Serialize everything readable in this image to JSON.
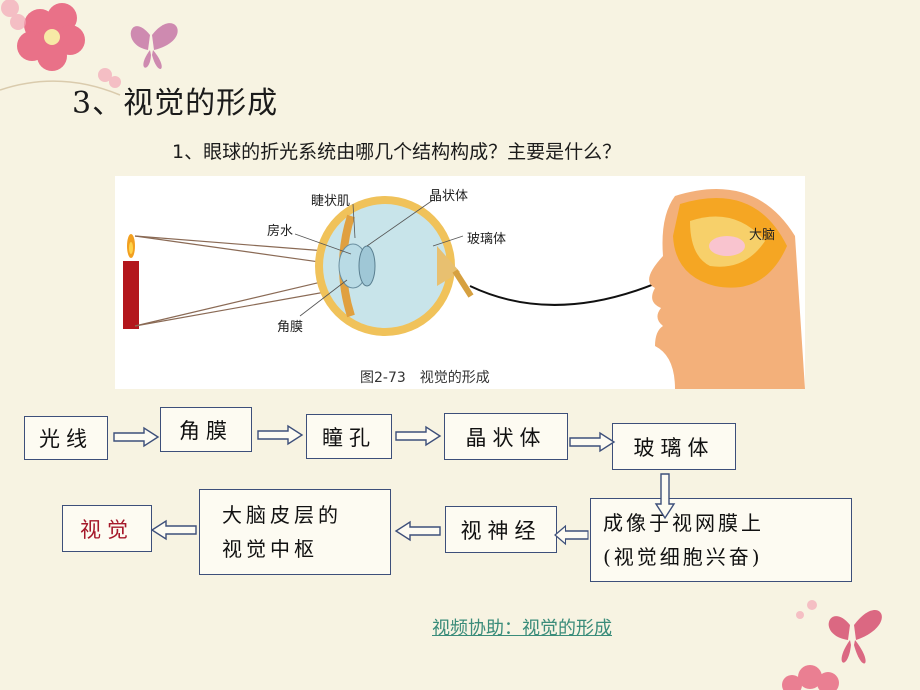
{
  "slide": {
    "title": "3、视觉的形成",
    "question": "1、眼球的折光系统由哪几个结构构成？主要是什么？"
  },
  "figure": {
    "labels": {
      "ciliary_muscle": "睫状肌",
      "lens": "晶状体",
      "aqueous_humor": "房水",
      "vitreous_body": "玻璃体",
      "cornea": "角膜",
      "brain": "大脑"
    },
    "caption": "图2-73　视觉的形成"
  },
  "flow": {
    "light": "光线",
    "cornea": "角膜",
    "pupil": "瞳孔",
    "lens": "晶状体",
    "vitreous": "玻璃体",
    "retina_line1": "成像于视网膜上",
    "retina_line2": "(视觉细胞兴奋)",
    "optic_nerve": "视神经",
    "cortex_line1": "大脑皮层的",
    "cortex_line2": "视觉中枢",
    "vision": "视觉"
  },
  "link_text": "视频协助：视觉的形成",
  "colors": {
    "background": "#f7f3e2",
    "box_border": "#3d4f7a",
    "vision_text": "#a5182a",
    "link": "#3a8c7a",
    "flower": "#e8637f",
    "butterfly": "#d95a78"
  }
}
